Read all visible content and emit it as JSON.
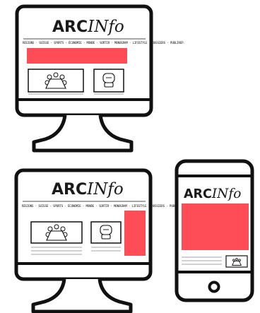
{
  "brand": {
    "arc": "ARC",
    "info": "INfo"
  },
  "nav_text": "RÉGIONS · SUISSE · SPORTS · ÉCONOMIE · MONDE · SORTIR · MONOGRAM · LIFESTYLE · DOSSIERS · PUBLIREP.",
  "colors": {
    "accent": "#ff4d57",
    "outline": "#111111"
  },
  "icons": {
    "conference": "conference-table-icon",
    "boxer": "boxing-glove-icon"
  }
}
